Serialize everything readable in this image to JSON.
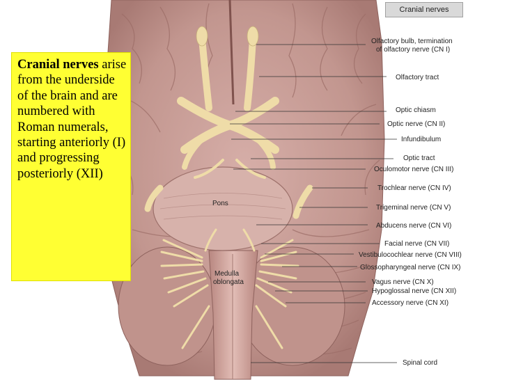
{
  "title": "Cranial nerves",
  "callout": {
    "heading": "Cranial nerves",
    "text": "arise from the underside of the brain and are numbered with Roman numerals, starting anteriorly (I) and progressing posteriorly (XII)"
  },
  "in_image_labels": {
    "pons": "Pons",
    "medulla_1": "Medulla",
    "medulla_2": "oblongata"
  },
  "labels": [
    "Olfactory bulb, termination",
    "of olfactory nerve (CN I)",
    "Olfactory tract",
    "Optic chiasm",
    "Optic nerve (CN II)",
    "Infundibulum",
    "Optic tract",
    "Oculomotor nerve (CN III)",
    "Trochlear nerve (CN IV)",
    "Trigeminal nerve (CN V)",
    "Abducens nerve (CN VI)",
    "Facial nerve (CN VII)",
    "Vestibulocochlear nerve (CN VIII)",
    "Glossopharyngeal nerve (CN IX)",
    "Vagus nerve (CN X)",
    "Hypoglossal nerve (CN XII)",
    "Accessory nerve (CN XI)",
    "Spinal cord"
  ],
  "colors": {
    "brain": "#c49a94",
    "brain_dark": "#9c6f6a",
    "nerve": "#f0dca8",
    "callout_bg": "#ffff33"
  }
}
